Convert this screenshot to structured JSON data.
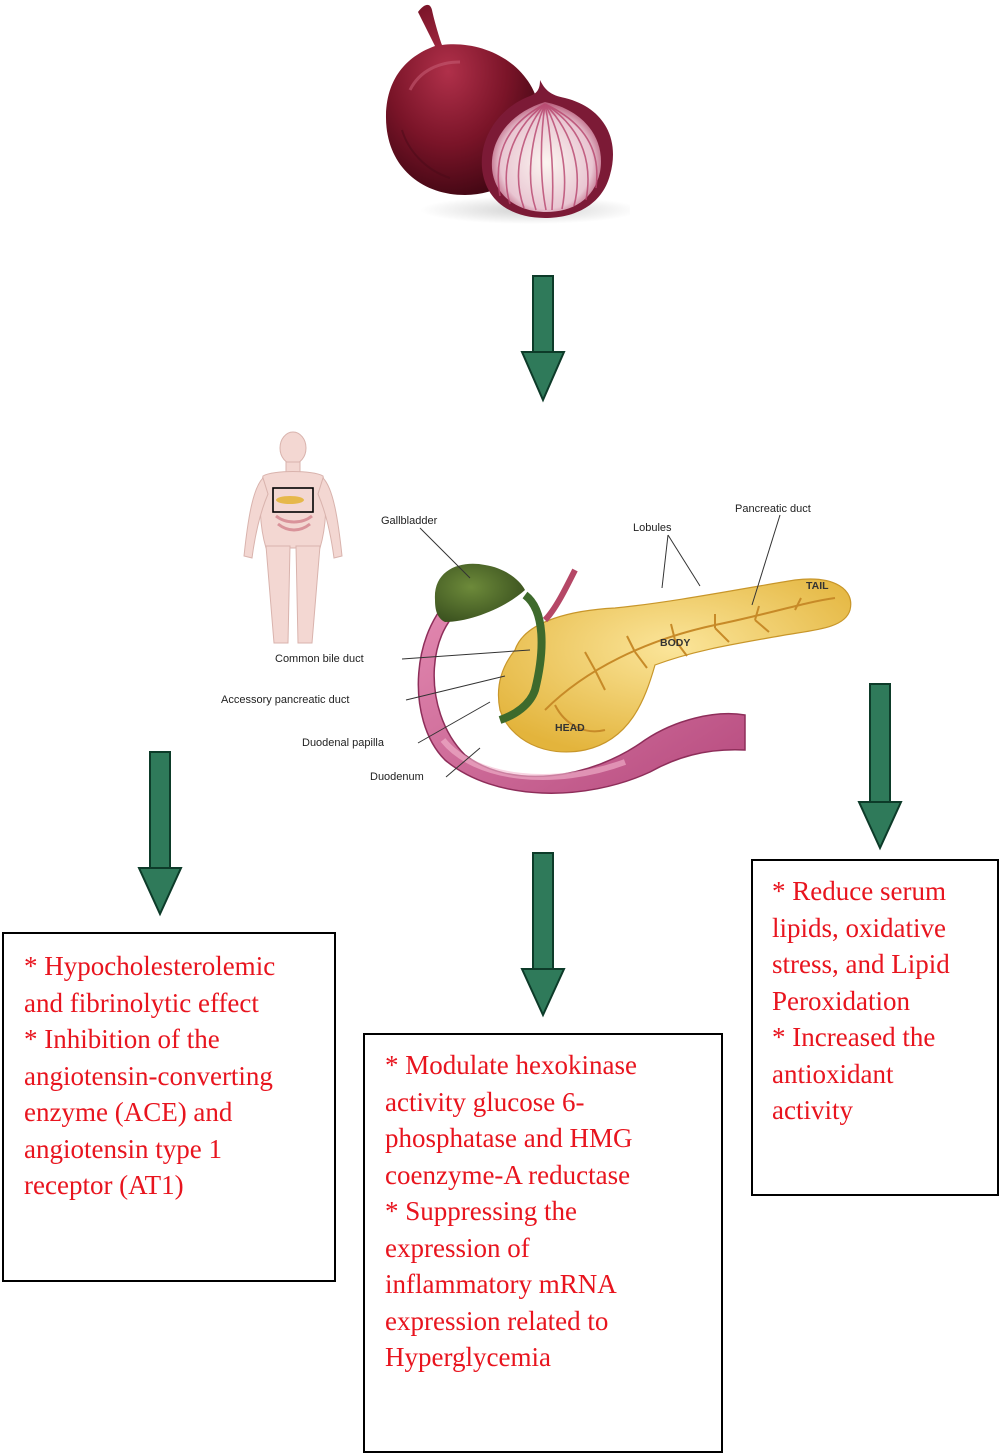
{
  "diagram": {
    "anatomy_labels": {
      "gallbladder": "Gallbladder",
      "lobules": "Lobules",
      "pancreatic_duct": "Pancreatic duct",
      "tail": "TAIL",
      "body": "BODY",
      "head": "HEAD",
      "common_bile_duct": "Common bile duct",
      "accessory_pancreatic_duct": "Accessory pancreatic duct",
      "duodenal_papilla": "Duodenal papilla",
      "duodenum": "Duodenum"
    },
    "boxes": {
      "left": {
        "lines": [
          "* Hypocholesterolemic",
          "and fibrinolytic effect",
          "* Inhibition of the",
          "angiotensin-converting",
          "enzyme (ACE) and",
          "angiotensin type 1",
          "receptor (AT1)"
        ]
      },
      "middle": {
        "lines": [
          "* Modulate hexokinase",
          "activity glucose 6-",
          "phosphatase and HMG",
          "coenzyme-A reductase",
          "* Suppressing the",
          "expression of",
          "inflammatory mRNA",
          "expression related to",
          "Hyperglycemia"
        ]
      },
      "right": {
        "lines": [
          "* Reduce serum",
          "lipids, oxidative",
          "stress, and Lipid",
          "Peroxidation",
          "* Increased the",
          "antioxidant",
          "activity"
        ]
      }
    },
    "colors": {
      "arrow": "#2f7a5a",
      "text": "#e8141e",
      "onion": "#7a1428",
      "pancreas": "#f2cf5a",
      "duodenum": "#d86c9a",
      "gallbladder": "#4f6b2a"
    },
    "icons": [
      "onion-icon",
      "human-body-icon",
      "pancreas-icon"
    ]
  }
}
